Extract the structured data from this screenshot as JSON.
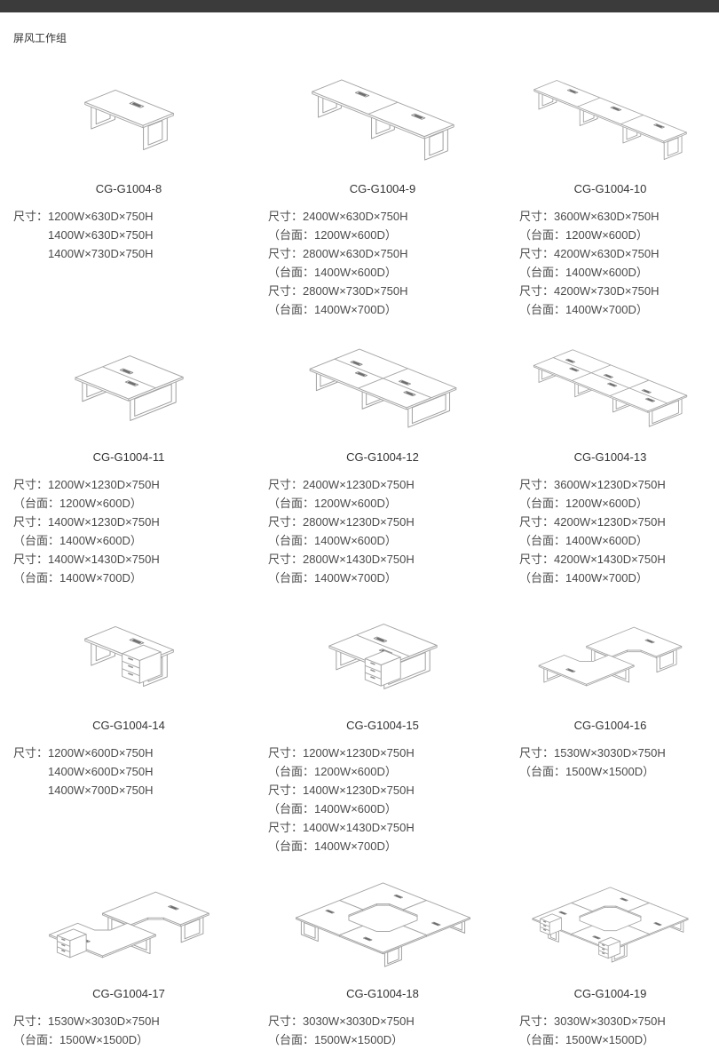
{
  "page": {
    "title": "屏风工作组"
  },
  "colors": {
    "top_bar": "#3b3b3b",
    "text": "#333333",
    "line_art": "#a6a6a6"
  },
  "products": [
    {
      "code": "CG-G1004-8",
      "image": "row1",
      "specs": [
        "尺寸：1200W×630D×750H",
        "1400W×630D×750H",
        "1400W×730D×750H"
      ]
    },
    {
      "code": "CG-G1004-9",
      "image": "row2",
      "specs": [
        "尺寸：2400W×630D×750H",
        "（台面：1200W×600D）",
        "尺寸：2800W×630D×750H",
        "（台面：1400W×600D）",
        "尺寸：2800W×730D×750H",
        "（台面：1400W×700D）"
      ]
    },
    {
      "code": "CG-G1004-10",
      "image": "row3",
      "specs": [
        "尺寸：3600W×630D×750H",
        "（台面：1200W×600D）",
        "尺寸：4200W×630D×750H",
        "（台面：1400W×600D）",
        "尺寸：4200W×730D×750H",
        "（台面：1400W×700D）"
      ]
    },
    {
      "code": "CG-G1004-11",
      "image": "b2b1",
      "specs": [
        "尺寸：1200W×1230D×750H",
        "（台面：1200W×600D）",
        "尺寸：1400W×1230D×750H",
        "（台面：1400W×600D）",
        "尺寸：1400W×1430D×750H",
        "（台面：1400W×700D）"
      ]
    },
    {
      "code": "CG-G1004-12",
      "image": "b2b2",
      "specs": [
        "尺寸：2400W×1230D×750H",
        "（台面：1200W×600D）",
        "尺寸：2800W×1230D×750H",
        "（台面：1400W×600D）",
        "尺寸：2800W×1430D×750H",
        "（台面：1400W×700D）"
      ]
    },
    {
      "code": "CG-G1004-13",
      "image": "b2b3",
      "specs": [
        "尺寸：3600W×1230D×750H",
        "（台面：1200W×600D）",
        "尺寸：4200W×1230D×750H",
        "（台面：1400W×600D）",
        "尺寸：4200W×1430D×750H",
        "（台面：1400W×700D）"
      ]
    },
    {
      "code": "CG-G1004-14",
      "image": "row1-ped",
      "specs": [
        "尺寸：1200W×600D×750H",
        "1400W×600D×750H",
        "1400W×700D×750H"
      ]
    },
    {
      "code": "CG-G1004-15",
      "image": "b2b1-ped",
      "specs": [
        "尺寸：1200W×1230D×750H",
        "（台面：1200W×600D）",
        "尺寸：1400W×1230D×750H",
        "（台面：1400W×600D）",
        "尺寸：1400W×1430D×750H",
        "（台面：1400W×700D）"
      ]
    },
    {
      "code": "CG-G1004-16",
      "image": "lpair",
      "specs": [
        "尺寸：1530W×3030D×750H",
        "（台面：1500W×1500D）"
      ]
    },
    {
      "code": "CG-G1004-17",
      "image": "lpair-ped",
      "specs": [
        "尺寸：1530W×3030D×750H",
        "（台面：1500W×1500D）"
      ]
    },
    {
      "code": "CG-G1004-18",
      "image": "cross",
      "specs": [
        "尺寸：3030W×3030D×750H",
        "（台面：1500W×1500D）"
      ]
    },
    {
      "code": "CG-G1004-19",
      "image": "cross-ped",
      "specs": [
        "尺寸：3030W×3030D×750H",
        "（台面：1500W×1500D）"
      ]
    }
  ]
}
